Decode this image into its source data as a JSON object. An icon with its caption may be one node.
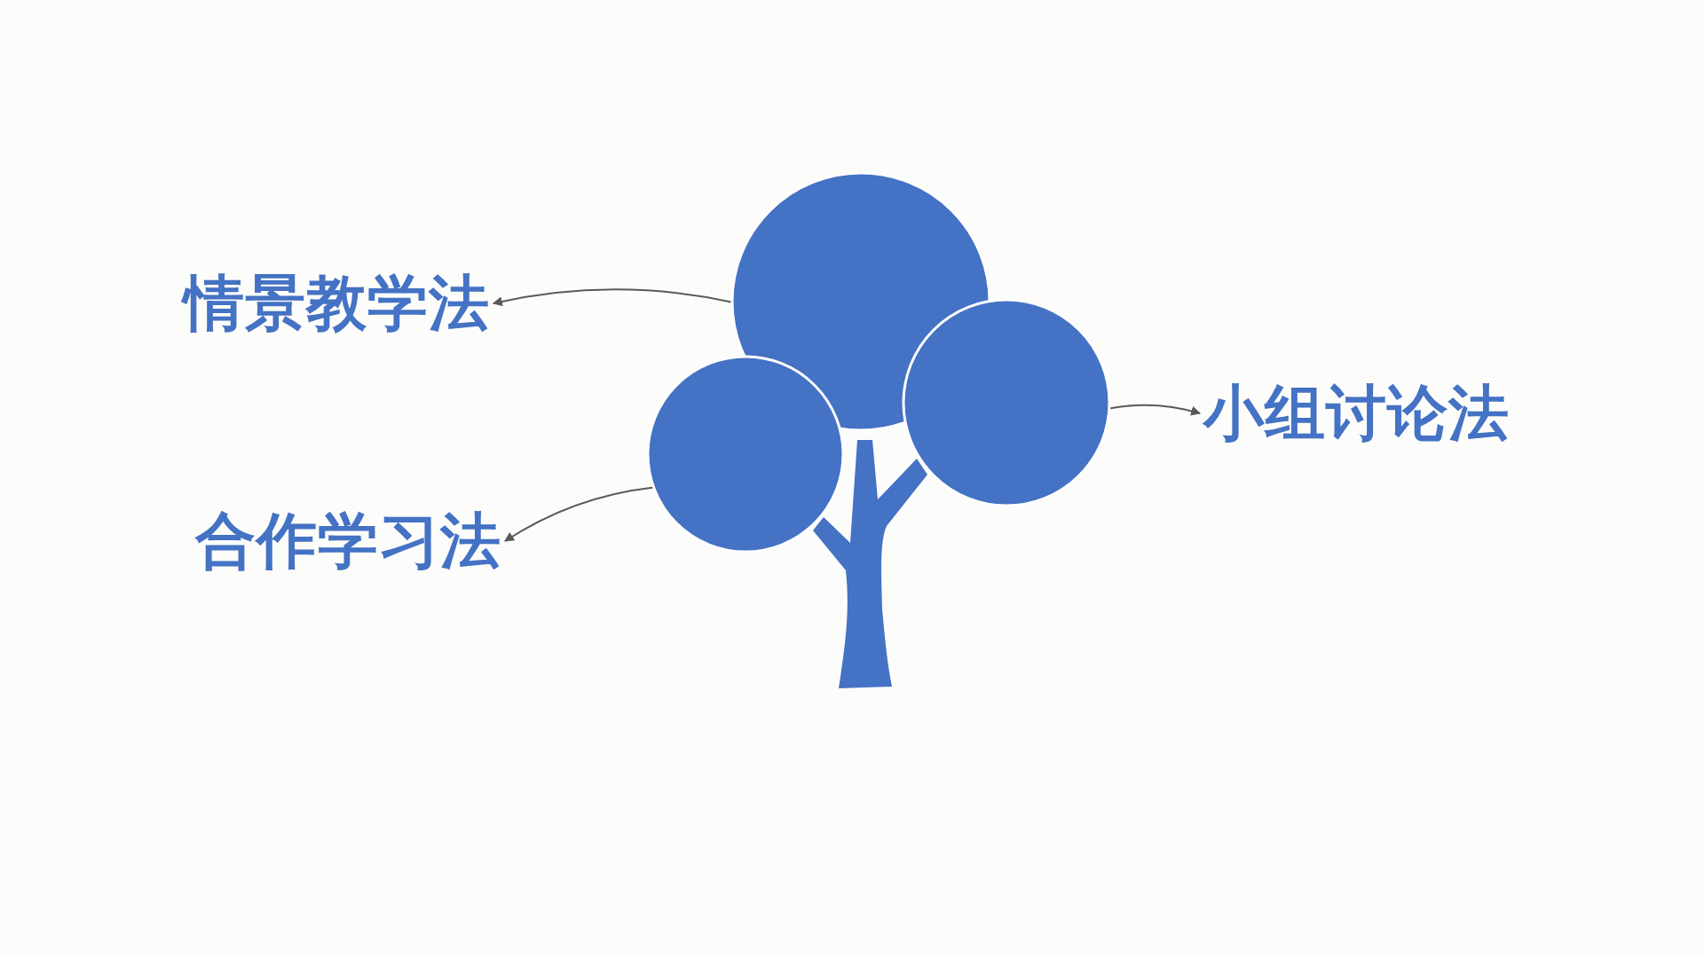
{
  "diagram": {
    "nodes": [
      {
        "text": [
          "情景教学法"
        ]
      },
      {
        "text": [
          "小组讨论法"
        ]
      },
      {
        "text": [
          "合作学习法"
        ]
      },
      {
        "text": [],
        "shape": "circle"
      },
      {
        "text": [],
        "shape": "circle"
      },
      {
        "text": [],
        "shape": "circle"
      },
      {
        "text": [],
        "shape": "picture"
      }
    ],
    "edges": [
      {
        "from": 4,
        "to": 0,
        "arrow": "to"
      },
      {
        "from": 5,
        "to": 1,
        "arrow": "to"
      },
      {
        "from": 3,
        "to": 2,
        "arrow": "to"
      }
    ]
  }
}
